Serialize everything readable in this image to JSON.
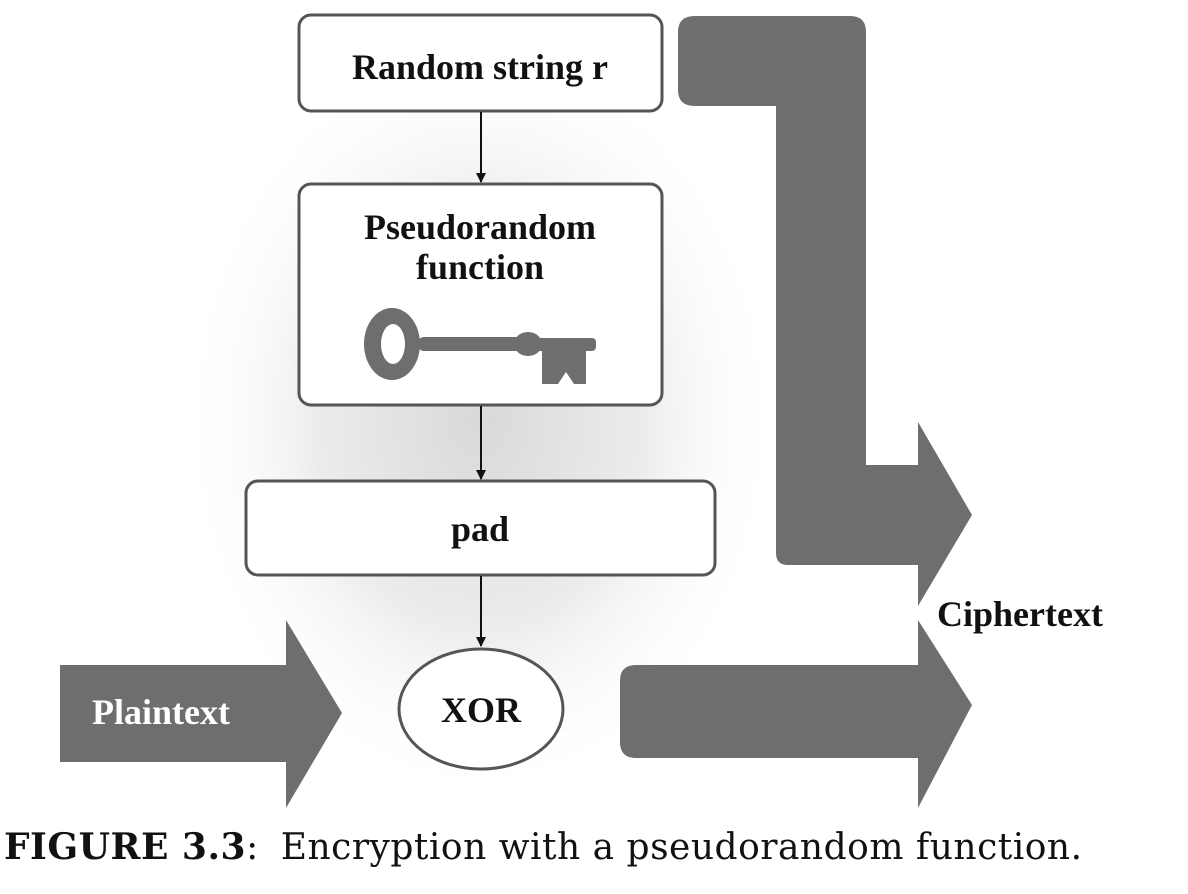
{
  "diagram": {
    "nodes": {
      "random_string": "Random string r",
      "prf_line1": "Pseudorandom",
      "prf_line2": "function",
      "pad": "pad",
      "xor": "XOR"
    },
    "arrows": {
      "plaintext": "Plaintext",
      "ciphertext": "Ciphertext"
    },
    "icons": {
      "key": "key-icon"
    },
    "colors": {
      "arrow_fill": "#6e6e6e",
      "box_stroke": "#555555",
      "text": "#111111",
      "arrow_text": "#ffffff"
    }
  },
  "caption": {
    "label": "FIGURE 3.3",
    "separator": ":",
    "text": "Encryption with a pseudorandom function."
  }
}
